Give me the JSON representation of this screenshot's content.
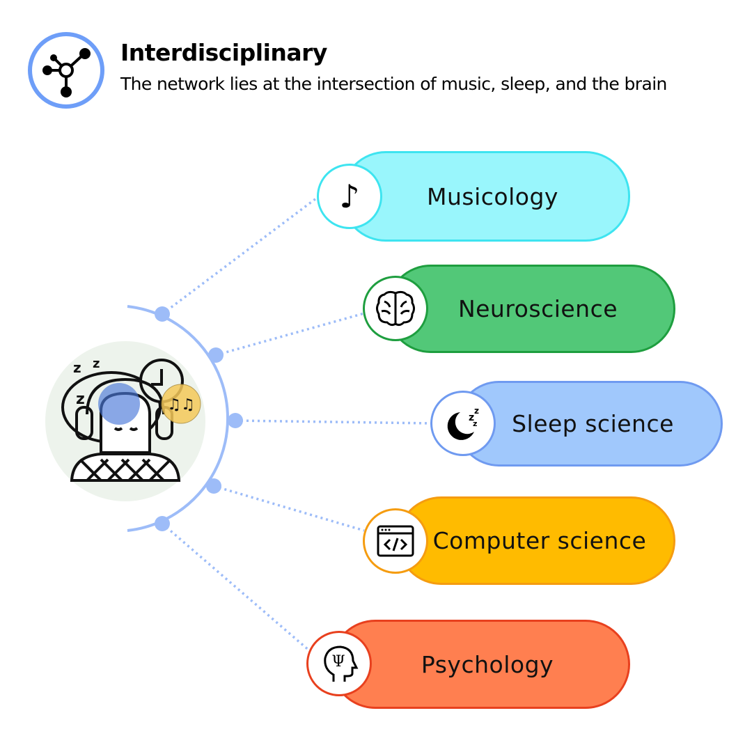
{
  "header": {
    "title": "Interdisciplinary",
    "subtitle": "The network lies at the intersection of music, sleep, and the brain",
    "icon": "network-icon"
  },
  "hub": {
    "icon": "sleeping-person-headphones-icon"
  },
  "disciplines": [
    {
      "label": "Musicology",
      "icon": "music-note-icon",
      "fill": "#99f6fc",
      "border": "#3ee4f0"
    },
    {
      "label": "Neuroscience",
      "icon": "brain-icon",
      "fill": "#52c878",
      "border": "#1e9e3f"
    },
    {
      "label": "Sleep science",
      "icon": "moon-sleep-icon",
      "fill": "#a0c8fc",
      "border": "#6f9af0"
    },
    {
      "label": "Computer science",
      "icon": "code-window-icon",
      "fill": "#ffbb00",
      "border": "#f59c10"
    },
    {
      "label": "Psychology",
      "icon": "psychology-head-icon",
      "fill": "#ff7f50",
      "border": "#e8401e"
    }
  ],
  "accent": "#9dbcf8"
}
